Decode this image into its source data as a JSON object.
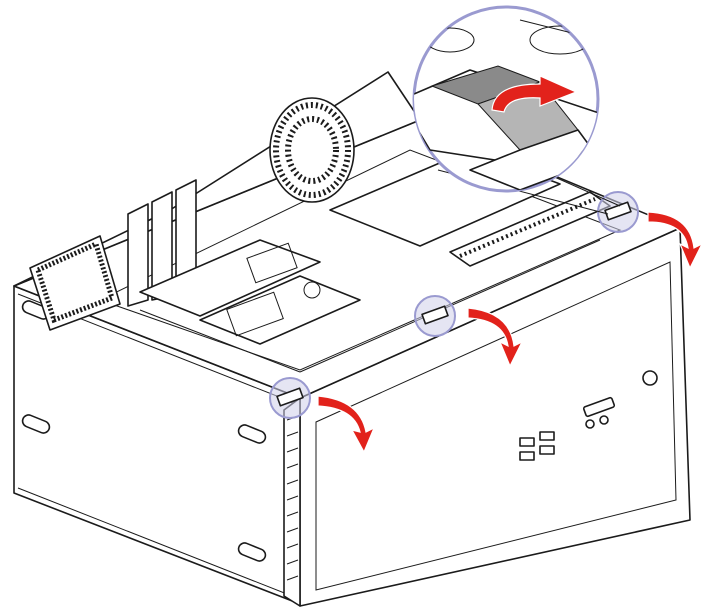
{
  "diagram": {
    "subject": "computer-chassis-front-bezel-removal",
    "colors": {
      "outline": "#1b1b1b",
      "background": "#ffffff",
      "arrow": "#e2221b",
      "callout": "#cfcfea",
      "tab": "#8a8a8a"
    },
    "callouts": [
      {
        "name": "tab-top-right"
      },
      {
        "name": "tab-middle"
      },
      {
        "name": "tab-bottom"
      }
    ],
    "arrows": [
      {
        "name": "arrow-detail-rotation"
      },
      {
        "name": "arrow-tab-top-right"
      },
      {
        "name": "arrow-tab-middle"
      },
      {
        "name": "arrow-tab-bottom"
      }
    ]
  }
}
